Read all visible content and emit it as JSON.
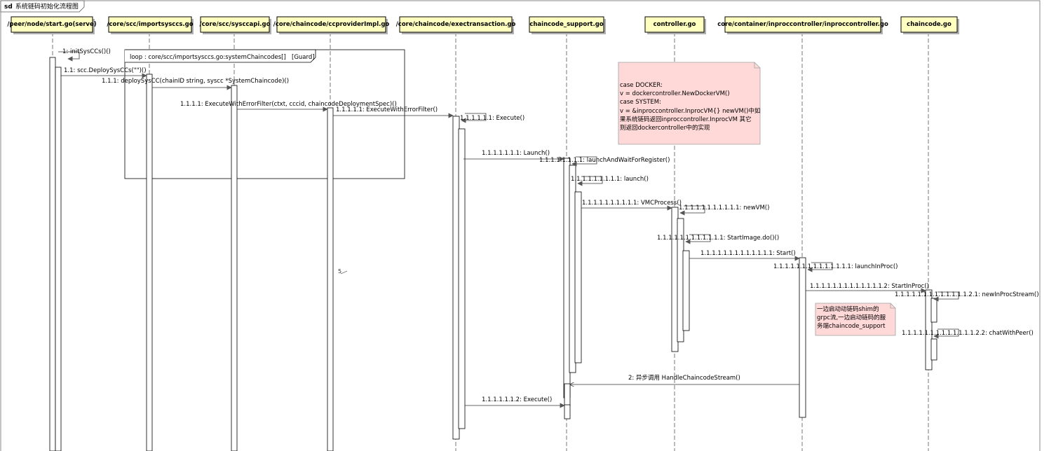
{
  "frame": {
    "tag": "sd",
    "title": "系统链码初始化流程图"
  },
  "lifelines": [
    {
      "id": "l0",
      "label": "/peer/node/start.go(serve)"
    },
    {
      "id": "l1",
      "label": "/core/scc/importsysccs.go"
    },
    {
      "id": "l2",
      "label": "/core/scc/sysccapi.go"
    },
    {
      "id": "l3",
      "label": "/core/chaincode/ccproviderImpl.go"
    },
    {
      "id": "l4",
      "label": "/core/chaincode/exectransaction.go"
    },
    {
      "id": "l5",
      "label": "chaincode_support.go"
    },
    {
      "id": "l6",
      "label": "controller.go"
    },
    {
      "id": "l7",
      "label": "core/container/inproccontroller/inproccontroller.go"
    },
    {
      "id": "l8",
      "label": "chaincode.go"
    }
  ],
  "loop": {
    "label": "loop : core/scc/importsysccs.go:systemChaincodes[]",
    "guard": "[Guard]"
  },
  "messages": [
    "1: initSysCCs()()",
    "1.1: scc.DeploySysCCs(\"\")()",
    "1.1.1: deploySysCC(chainID string, syscc *SystemChaincode)()",
    "1.1.1.1: ExecuteWithErrorFilter(ctxt, cccid, chaincodeDeploymentSpec)()",
    "1.1.1.1.1: ExecuteWithErrorFilter()",
    "1.1.1.1.1.1: Execute()",
    "1.1.1.1.1.1.1: Launch()",
    "1.1.1.1.1.1.1.1: launchAndWaitForRegister()",
    "1.1.1.1.1.1.1.1.1: launch()",
    "1.1.1.1.1.1.1.1.1.1: VMCProcess()",
    "1.1.1.1.1.1.1.1.1.1.1: newVM()",
    "1.1.1.1.1.1.1.1.1.1.1.1: StartImage.do()()",
    "1.1.1.1.1.1.1.1.1.1.1.1.1: Start()",
    "1.1.1.1.1.1.1.1.1.1.1.1.1.1: launchInProc()",
    "1.1.1.1.1.1.1.1.1.1.1.1.1.2: StartInProc()",
    "1.1.1.1.1.1.1.1.1.1.1.1.1.2.1: newInProcStream()",
    "1.1.1.1.1.1.1.1.1.1.1.1.1.2.2: chatWithPeer()",
    "2: 异步调用 HandleChaincodeStream()",
    "1.1.1.1.1.1.2: Execute()"
  ],
  "notes": [
    {
      "lines": [
        "case DOCKER:",
        "v = dockercontroller.NewDockerVM()",
        "case SYSTEM:",
        "v = &inproccontroller.InprocVM{} newVM()中如",
        "果系统链码返回inproccontroller.InprocVM 其它",
        "则返回dockercontroller中的实现"
      ]
    },
    {
      "lines": [
        "一边启动动链码shim的",
        "grpc流,一边启动链码的服",
        "务端chaincode_support"
      ]
    }
  ],
  "stray_mark": "5"
}
